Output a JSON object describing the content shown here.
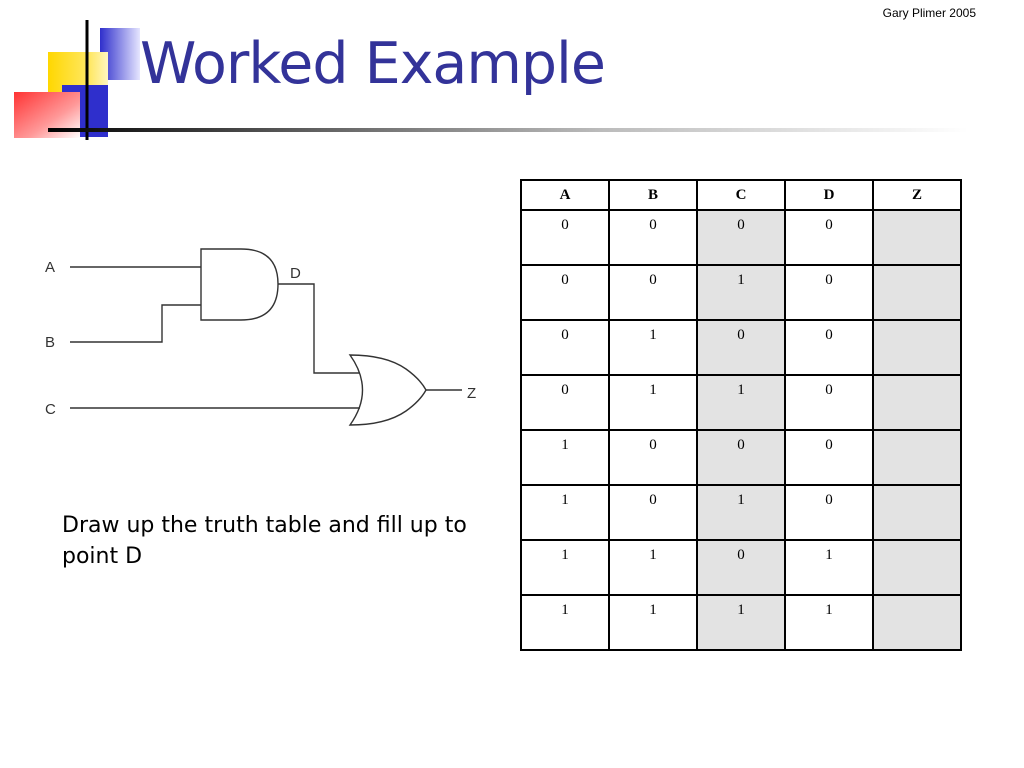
{
  "slide": {
    "credit": "Gary Plimer 2005",
    "title": "Worked Example",
    "instruction": "Draw up the truth table and fill up to point D",
    "colors": {
      "title": "#333399",
      "shade": "#e3e3e3",
      "deco_yellow": "#ffd700",
      "deco_blue": "#2f2fcc",
      "deco_red": "#ff3333"
    }
  },
  "diagram": {
    "labels": {
      "a": "A",
      "b": "B",
      "c": "C",
      "d": "D",
      "z": "Z"
    },
    "gates": [
      "and-gate",
      "or-gate"
    ]
  },
  "truth_table": {
    "headers": [
      "A",
      "B",
      "C",
      "D",
      "Z"
    ],
    "shaded_columns": [
      2,
      4
    ],
    "rows": [
      [
        "0",
        "0",
        "0",
        "0",
        ""
      ],
      [
        "0",
        "0",
        "1",
        "0",
        ""
      ],
      [
        "0",
        "1",
        "0",
        "0",
        ""
      ],
      [
        "0",
        "1",
        "1",
        "0",
        ""
      ],
      [
        "1",
        "0",
        "0",
        "0",
        ""
      ],
      [
        "1",
        "0",
        "1",
        "0",
        ""
      ],
      [
        "1",
        "1",
        "0",
        "1",
        ""
      ],
      [
        "1",
        "1",
        "1",
        "1",
        ""
      ]
    ]
  }
}
